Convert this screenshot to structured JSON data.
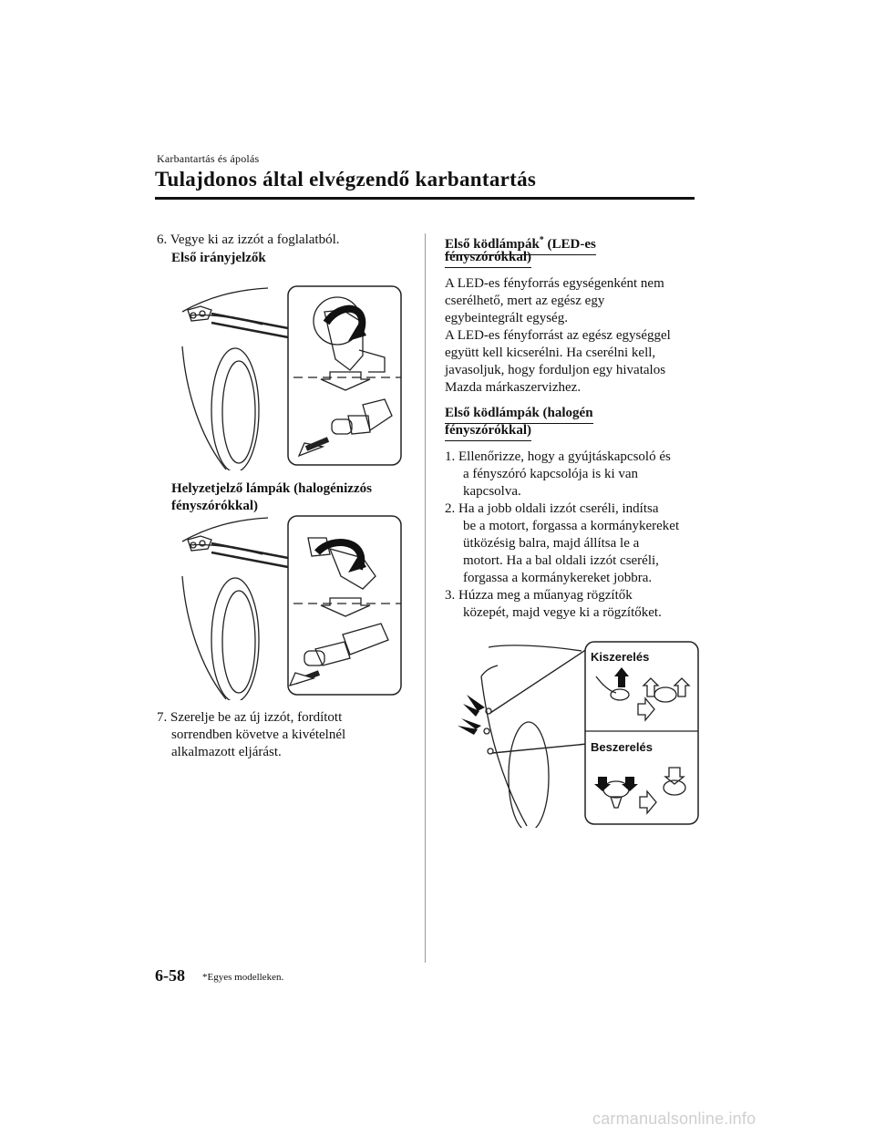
{
  "header": {
    "section": "Karbantartás és ápolás",
    "title": "Tulajdonos által elvégzendő karbantartás"
  },
  "left": {
    "step6": "6. Vegye ki az izzót a foglalatból.",
    "sub1": "Első irányjelzők",
    "sub2_line1": "Helyzetjelző lámpák (halogénizzós",
    "sub2_line2": "fényszórókkal)",
    "step7_line1": "7. Szerelje be az új izzót, fordított",
    "step7_line2": "sorrendben követve a kivételnél",
    "step7_line3": "alkalmazott eljárást."
  },
  "right": {
    "head1_line1": "Első ködlámpák",
    "head1_star": "*",
    "head1_rest": " (LED-es",
    "head1_line2": "fényszórókkal)",
    "para1": [
      "A LED-es fényforrás egységenként nem",
      "cserélhető, mert az egész egy",
      "egybeintegrált egység.",
      "A LED-es fényforrást az egész egységgel",
      "együtt kell kicserélni. Ha cserélni kell,",
      "javasoljuk, hogy forduljon egy hivatalos",
      "Mazda márkaszervizhez."
    ],
    "head2_line1": "Első ködlámpák (halogén",
    "head2_line2": "fényszórókkal)",
    "step1": [
      "1. Ellenőrizze, hogy a gyújtáskapcsoló és",
      "a fényszóró kapcsolója is ki van",
      "kapcsolva."
    ],
    "step2": [
      "2. Ha a jobb oldali izzót cseréli, indítsa",
      "be a motort, forgassa a kormánykereket",
      "ütközésig balra, majd állítsa le a",
      "motort. Ha a bal oldali izzót cseréli,",
      "forgassa a kormánykereket jobbra."
    ],
    "step3": [
      "3. Húzza meg a műanyag rögzítők",
      "közepét, majd vegye ki a rögzítőket."
    ],
    "label_remove": "Kiszerelés",
    "label_install": "Beszerelés"
  },
  "footer": {
    "page_number": "6-58",
    "footnote": "*Egyes modelleken.",
    "watermark": "carmanualsonline.info"
  }
}
